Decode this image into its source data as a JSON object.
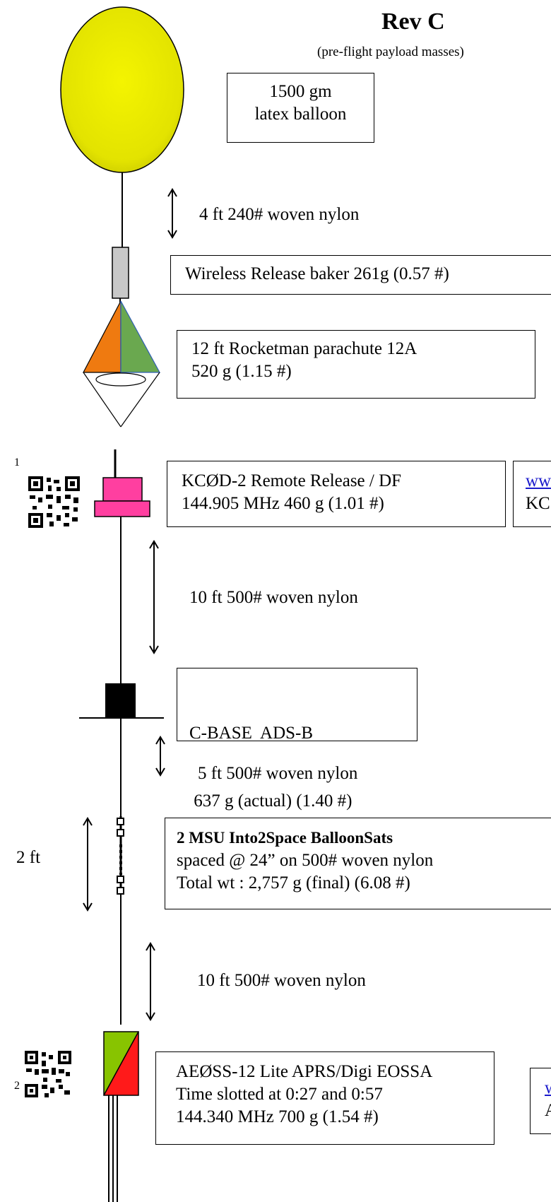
{
  "header": {
    "title": "Rev C",
    "subtitle": "(pre-flight payload masses)"
  },
  "balloon": {
    "line1": "1500 gm",
    "line2": "latex balloon",
    "color": "#e8e800"
  },
  "tether_1": "4 ft 240# woven nylon",
  "release": {
    "label": "Wireless Release baker 261g (0.57 #)"
  },
  "parachute": {
    "line1": "12 ft Rocketman parachute  12A",
    "line2": "520 g (1.15 #)",
    "colors": {
      "left": "#ef7a10",
      "right": "#6aa84f"
    }
  },
  "remote_release": {
    "footnote": "1",
    "line1": "KCØD-2 Remote Release  / DF",
    "line2": "144.905 MHz 460 g (1.01 #)",
    "link_fragment": "ww",
    "callsign_fragment": "KC",
    "color": "#ff3fa0"
  },
  "tether_2": "10 ft 500# woven nylon",
  "cbase": {
    "line1": "C-BASE  ADS-B",
    "line2": " 637 g (actual) (1.40 #)"
  },
  "tether_3": "5 ft 500# woven nylon",
  "balloonsats": {
    "spacing_label": "2 ft",
    "title": "2 MSU Into2Space BalloonSats",
    "line2": "spaced @ 24” on 500# woven nylon",
    "line3": "Total wt : 2,757 g (final) (6.08 #)"
  },
  "tether_4": "10 ft 500# woven nylon",
  "aeoss": {
    "footnote": "2",
    "line1": "AEØSS-12 Lite APRS/Digi  EOSSA",
    "line2": "Time slotted at 0:27 and 0:57",
    "line3": "144.340 MHz   700 g (1.54 #)",
    "link_fragment": "w",
    "callsign_fragment": "A",
    "colors": {
      "upper": "#88c400",
      "lower": "#ff1a1a"
    }
  }
}
